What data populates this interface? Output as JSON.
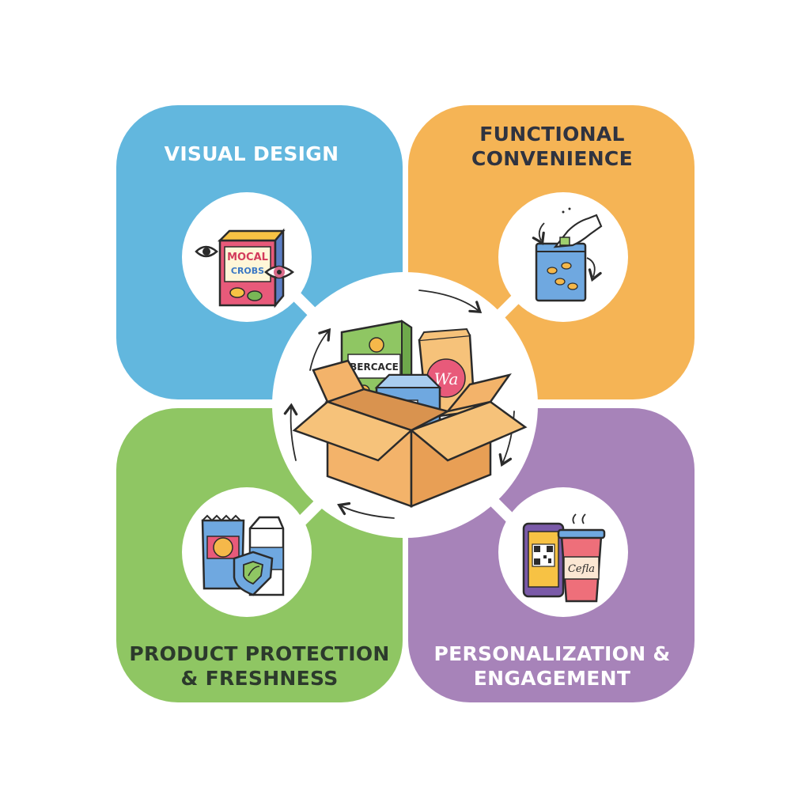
{
  "quadrants": {
    "visual_design": {
      "label": "VISUAL DESIGN",
      "color": "#62b7de"
    },
    "functional_convenience": {
      "label_line1": "FUNCTIONAL",
      "label_line2": "CONVENIENCE",
      "color": "#f5b455"
    },
    "product_protection": {
      "label_line1": "PRODUCT PROTECTION",
      "label_line2": "& FRESHNESS",
      "color": "#8fc663"
    },
    "personalization": {
      "label_line1": "PERSONALIZATION &",
      "label_line2": "ENGAGEMENT",
      "color": "#a783b9"
    }
  },
  "icons": {
    "cereal_box_text_1": "MOCAL",
    "cereal_box_text_2": "CROBS",
    "center_box_text": "BERCACE",
    "bag_text": "Wa",
    "cup_text": "Cefla",
    "top_left_icon": "cereal-box-with-eyes-icon",
    "top_right_icon": "resealable-bag-with-hand-icon",
    "bottom_left_icon": "snack-bag-milk-carton-shield-icon",
    "bottom_right_icon": "phone-qr-code-coffee-cup-icon",
    "center_icon": "open-cardboard-box-with-products-icon"
  }
}
